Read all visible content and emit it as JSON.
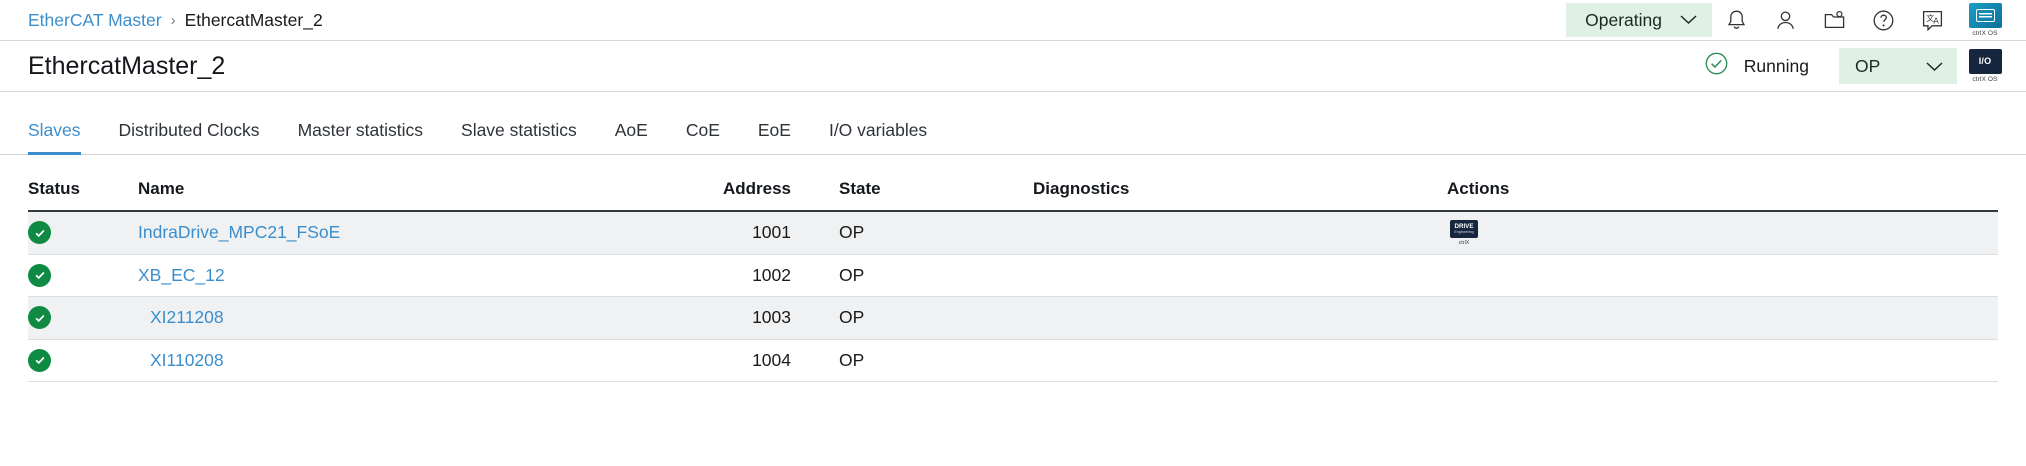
{
  "breadcrumb": {
    "root": "EtherCAT Master",
    "separator": "›",
    "current": "EthercatMaster_2"
  },
  "header": {
    "operating_badge": "Operating",
    "icons": [
      {
        "name": "notifications-bell-icon",
        "label": "Notifications"
      },
      {
        "name": "user-account-icon",
        "label": "Account"
      },
      {
        "name": "folder-upload-icon",
        "label": "Projects"
      },
      {
        "name": "help-question-icon",
        "label": "Help"
      },
      {
        "name": "language-translate-icon",
        "label": "Language"
      }
    ],
    "app_tile": {
      "caption": "ctrlX OS",
      "glyph": "keyboard"
    }
  },
  "title_bar": {
    "title": "EthercatMaster_2",
    "run_status": "Running",
    "state_select": "OP",
    "app_tile": {
      "glyph": "I/O",
      "caption": "ctrlX OS"
    }
  },
  "tabs": [
    {
      "label": "Slaves",
      "active": true
    },
    {
      "label": "Distributed Clocks",
      "active": false
    },
    {
      "label": "Master statistics",
      "active": false
    },
    {
      "label": "Slave statistics",
      "active": false
    },
    {
      "label": "AoE",
      "active": false
    },
    {
      "label": "CoE",
      "active": false
    },
    {
      "label": "EoE",
      "active": false
    },
    {
      "label": "I/O variables",
      "active": false
    }
  ],
  "table": {
    "columns": {
      "status": "Status",
      "name": "Name",
      "address": "Address",
      "state": "State",
      "diagnostics": "Diagnostics",
      "actions": "Actions"
    },
    "rows": [
      {
        "status": "ok",
        "name": "IndraDrive_MPC21_FSoE",
        "indent": false,
        "address": "1001",
        "state": "OP",
        "diagnostics": "",
        "action_icon": {
          "glyph": "DRIVE",
          "sub": "Engineering",
          "caption": "ctrlX"
        }
      },
      {
        "status": "ok",
        "name": "XB_EC_12",
        "indent": false,
        "address": "1002",
        "state": "OP",
        "diagnostics": "",
        "action_icon": null
      },
      {
        "status": "ok",
        "name": "XI211208",
        "indent": true,
        "address": "1003",
        "state": "OP",
        "diagnostics": "",
        "action_icon": null
      },
      {
        "status": "ok",
        "name": "XI110208",
        "indent": true,
        "address": "1004",
        "state": "OP",
        "diagnostics": "",
        "action_icon": null
      }
    ]
  },
  "colors": {
    "link": "#3b8ecc",
    "ok_green": "#0f8a43",
    "badge_green_bg": "#e1f0e4",
    "row_alt_bg": "#f0f1f2",
    "header_rule": "#33383d"
  }
}
